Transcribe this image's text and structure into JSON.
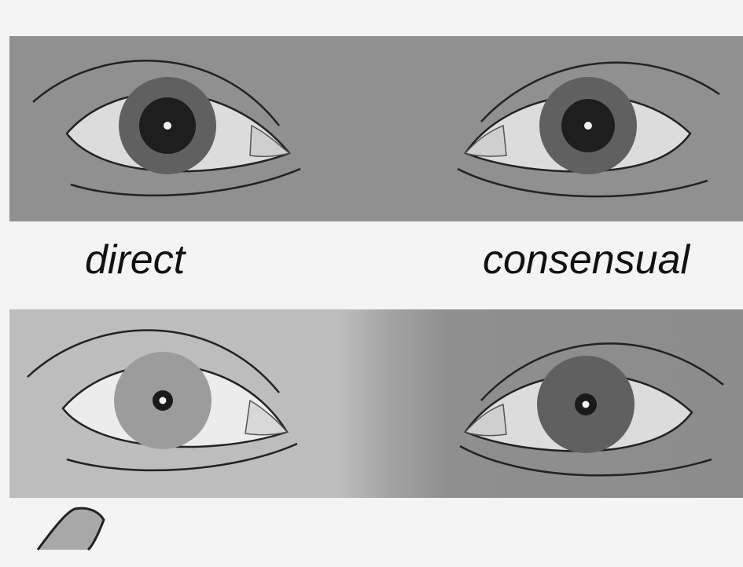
{
  "labels": {
    "left": "direct",
    "right": "consensual"
  },
  "pupils": {
    "top_left": "dilated",
    "top_right": "dilated",
    "bottom_left": "constricted",
    "bottom_right": "constricted"
  },
  "colors": {
    "panel_top": "#909090",
    "panel_bottom_light": "#bdbdbd",
    "panel_bottom_dark": "#8c8c8c",
    "sclera": "#dcdcdc",
    "iris_dark": "#606060",
    "iris_light": "#9c9c9c",
    "pupil": "#1a1a1a",
    "outline": "#222222"
  }
}
